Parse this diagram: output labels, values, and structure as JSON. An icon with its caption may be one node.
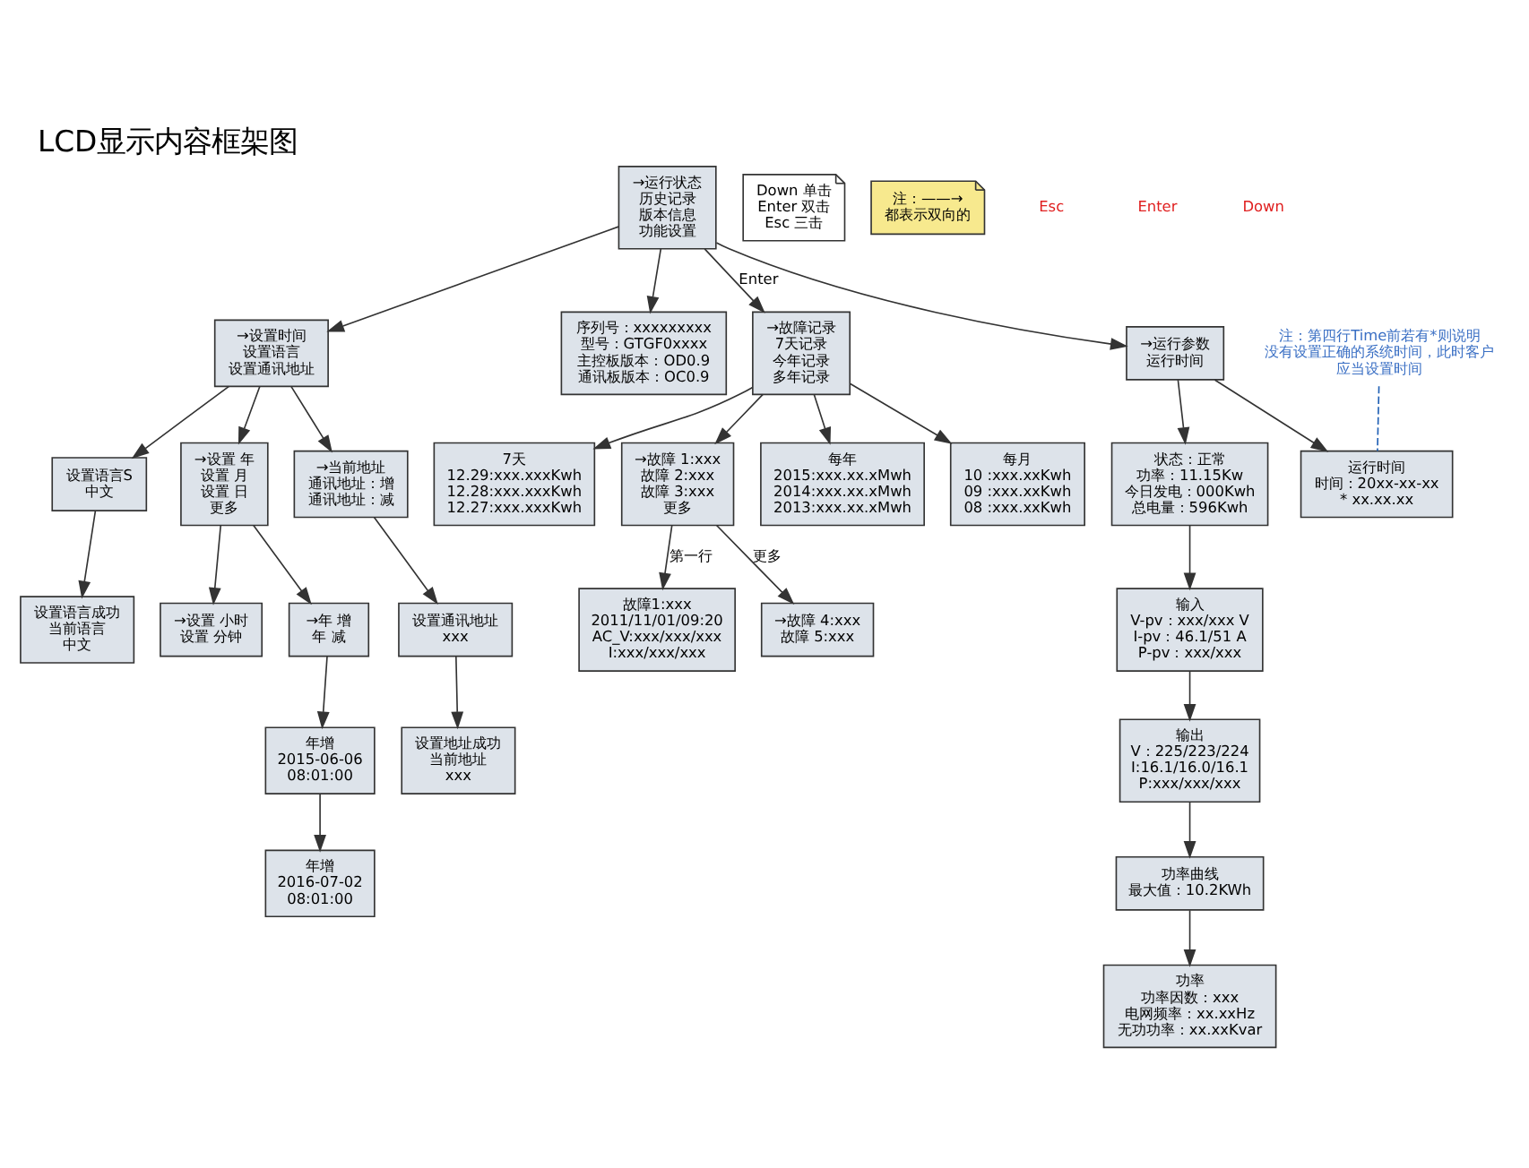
{
  "diagram": {
    "title": "LCD显示内容框架图",
    "nodes": [
      {
        "text": [
          "→运行状态",
          "历史记录",
          "版本信息",
          "功能设置"
        ]
      },
      {
        "text": [
          "→设置时间",
          "设置语言",
          "设置通讯地址"
        ]
      },
      {
        "text": [
          "序列号：xxxxxxxxx",
          "型号：GTGF0xxxx",
          "主控板版本：OD0.9",
          "通讯板版本：OC0.9"
        ]
      },
      {
        "text": [
          "→故障记录",
          "7天记录",
          "今年记录",
          "多年记录"
        ]
      },
      {
        "text": [
          "→运行参数",
          "运行时间"
        ]
      },
      {
        "text": [
          "→当前地址",
          "通讯地址：增",
          "通讯地址：减"
        ]
      },
      {
        "text": [
          "设置语言S",
          "中文"
        ]
      },
      {
        "text": [
          "→设置 年",
          "设置 月",
          "设置 日",
          "更多"
        ]
      },
      {
        "text": [
          "每年",
          "2015:xxx.xx.xMwh",
          "2014:xxx.xx.xMwh",
          "2013:xxx.xx.xMwh"
        ]
      },
      {
        "text": [
          "每月",
          "10 :xxx.xxKwh",
          "09 :xxx.xxKwh",
          "08 :xxx.xxKwh"
        ]
      },
      {
        "text": [
          "7天",
          "12.29:xxx.xxxKwh",
          "12.28:xxx.xxxKwh",
          "12.27:xxx.xxxKwh"
        ]
      },
      {
        "text": [
          "→故障 1:xxx",
          "故障 2:xxx",
          "故障 3:xxx",
          "更多"
        ]
      },
      {
        "text": [
          "运行时间",
          "时间：20xx-xx-xx",
          "* xx.xx.xx"
        ]
      },
      {
        "text": [
          "状态：正常",
          "功率：11.15Kw",
          "今日发电：000Kwh",
          "总电量：596Kwh"
        ]
      },
      {
        "text": [
          "设置通讯地址",
          "xxx"
        ]
      },
      {
        "text": [
          "设置语言成功",
          "当前语言",
          "中文"
        ]
      },
      {
        "text": [
          "→设置 小时",
          "设置 分钟"
        ]
      },
      {
        "text": [
          "→年 增",
          "年 减"
        ]
      },
      {
        "text": [
          "设置地址成功",
          "当前地址",
          "xxx"
        ]
      },
      {
        "text": [
          "年增",
          "2015-06-06",
          "08:01:00"
        ]
      },
      {
        "text": [
          "年增",
          "2016-07-02",
          "08:01:00"
        ]
      },
      {
        "text": [
          "→故障 4:xxx",
          "故障 5:xxx"
        ]
      },
      {
        "text": [
          "故障1:xxx",
          "2011/11/01/09:20",
          "AC_V:xxx/xxx/xxx",
          "I:xxx/xxx/xxx"
        ]
      },
      {
        "text": [
          "输入",
          "V-pv：xxx/xxx V",
          "I-pv：46.1/51 A",
          "P-pv：xxx/xxx"
        ]
      },
      {
        "text": [
          "输出",
          "V：225/223/224",
          "I:16.1/16.0/16.1",
          "P:xxx/xxx/xxx"
        ]
      },
      {
        "text": [
          "功率曲线",
          "最大值：10.2KWh"
        ]
      },
      {
        "text": [
          "功率",
          "功率因数：xxx",
          "电网频率：xx.xxHz",
          "无功功率：xx.xxKvar"
        ]
      },
      {
        "text": [
          "注：第四行Time前若有*则说明没有设置正确的系统时间，此时客户应当设置时间"
        ]
      },
      {
        "text": [
          "Down 单击",
          "Enter 双击",
          "Esc 三击"
        ]
      },
      {
        "text": [
          "注：——→",
          "都表示双向的"
        ]
      }
    ],
    "edges": [
      {
        "from": 0,
        "to": 1,
        "arrow": "to"
      },
      {
        "from": 0,
        "to": 2,
        "arrow": "to"
      },
      {
        "from": 0,
        "to": 3,
        "arrow": "to",
        "label": "Enter"
      },
      {
        "from": 0,
        "to": 4,
        "arrow": "to"
      },
      {
        "from": 1,
        "to": 5,
        "arrow": "to"
      },
      {
        "from": 1,
        "to": 6,
        "arrow": "to"
      },
      {
        "from": 1,
        "to": 7,
        "arrow": "to"
      },
      {
        "from": 3,
        "to": 8,
        "arrow": "to"
      },
      {
        "from": 3,
        "to": 9,
        "arrow": "to"
      },
      {
        "from": 3,
        "to": 10,
        "arrow": "to"
      },
      {
        "from": 3,
        "to": 11,
        "arrow": "to"
      },
      {
        "from": 4,
        "to": 12,
        "arrow": "to"
      },
      {
        "from": 4,
        "to": 13,
        "arrow": "to"
      },
      {
        "from": 5,
        "to": 14,
        "arrow": "to"
      },
      {
        "from": 14,
        "to": 18,
        "arrow": "to"
      },
      {
        "from": 6,
        "to": 15,
        "arrow": "to"
      },
      {
        "from": 7,
        "to": 16,
        "arrow": "to"
      },
      {
        "from": 7,
        "to": 17,
        "arrow": "to"
      },
      {
        "from": 17,
        "to": 19,
        "arrow": "to"
      },
      {
        "from": 19,
        "to": 20,
        "arrow": "to"
      },
      {
        "from": 11,
        "to": 21,
        "arrow": "to",
        "label": "更多"
      },
      {
        "from": 11,
        "to": 22,
        "arrow": "to",
        "label": "第一行"
      },
      {
        "from": 13,
        "to": 23,
        "arrow": "to"
      },
      {
        "from": 23,
        "to": 24,
        "arrow": "to"
      },
      {
        "from": 24,
        "to": 25,
        "arrow": "to"
      },
      {
        "from": 25,
        "to": 26,
        "arrow": "to"
      },
      {
        "from": 27,
        "to": 12,
        "arrow": "none",
        "style": "dashed",
        "color": "#1f5fb4"
      }
    ],
    "labels": [
      "Esc",
      "Enter",
      "Down"
    ]
  }
}
